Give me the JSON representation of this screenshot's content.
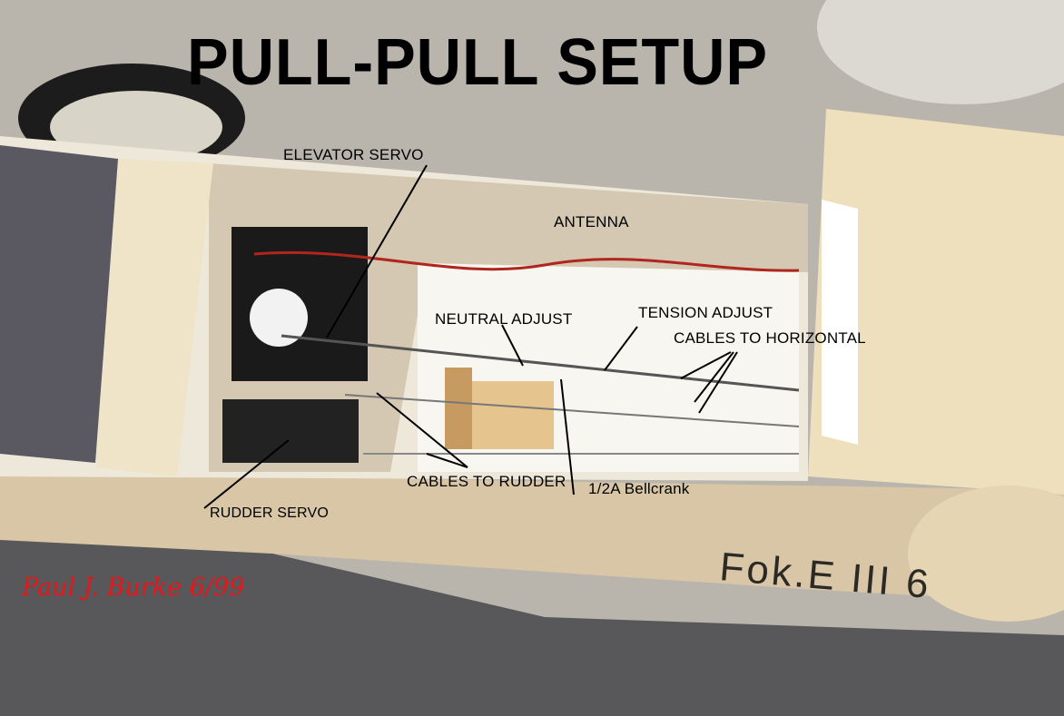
{
  "title": "PULL-PULL SETUP",
  "labels": {
    "elevator_servo": "ELEVATOR SERVO",
    "antenna": "ANTENNA",
    "neutral_adjust": "NEUTRAL ADJUST",
    "tension_adjust": "TENSION ADJUST",
    "cables_horizontal": "CABLES TO HORIZONTAL",
    "cables_rudder": "CABLES TO RUDDER",
    "bellcrank": "1/2A Bellcrank",
    "rudder_servo": "RUDDER SERVO"
  },
  "signature": "Paul J. Burke  6/99",
  "fuselage_marking": "Fok.E III 6"
}
